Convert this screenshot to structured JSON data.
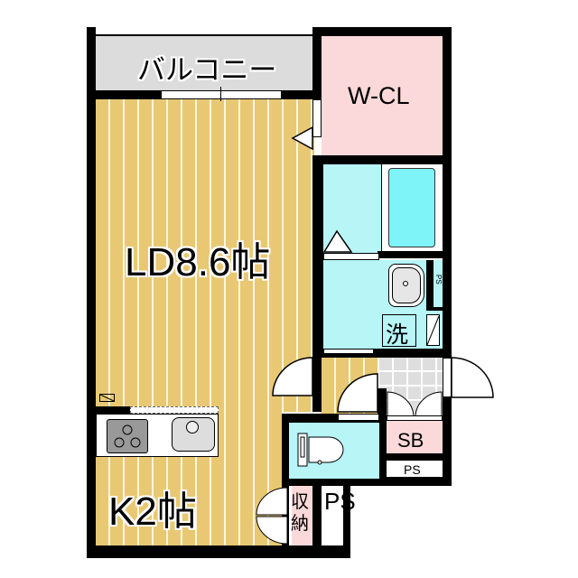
{
  "floorplan": {
    "rooms": {
      "balcony": {
        "label": "バルコニー",
        "color": "#dcdcdc"
      },
      "walk_in_closet": {
        "label": "W-CL",
        "color": "#fbd9da"
      },
      "living_dining": {
        "label": "LD8.6帖",
        "color": "#e9c874"
      },
      "kitchen": {
        "label": "K2帖",
        "color": "#e9c874"
      },
      "washroom": {
        "label": "洗",
        "color": "#b7f5f7"
      },
      "shoe_box": {
        "label": "SB",
        "color": "#fbd9da"
      },
      "pipe_space_small": {
        "label": "PS"
      },
      "pipe_space_bath": {
        "label": "PS"
      },
      "pipe_space_bottom": {
        "label": "PS"
      },
      "storage": {
        "label": "収納",
        "color": "#fbd9da"
      }
    },
    "colors": {
      "wall": "#000000",
      "floor": "#e9c874",
      "wet_area": "#b7f5f7",
      "closet": "#fbd9da",
      "entrance_tile": "#dedede"
    }
  }
}
